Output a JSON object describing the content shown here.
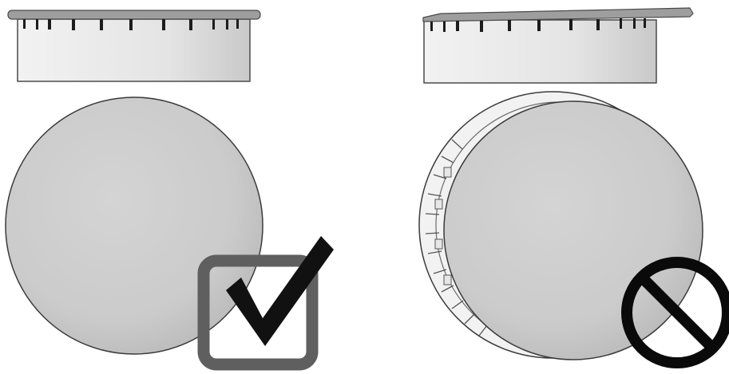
{
  "panels": [
    {
      "id": "correct",
      "status": "correct",
      "status_icon": "checkbox-checked-icon"
    },
    {
      "id": "incorrect",
      "status": "incorrect",
      "status_icon": "prohibited-icon"
    }
  ],
  "colors": {
    "cap_fill": "#cdcdcd",
    "cap_rim": "#efefef",
    "outline": "#2a2a2a",
    "check_box": "#5f5f5f",
    "check_mark": "#111111",
    "prohibited": "#0a0a0a",
    "background": "#ffffff"
  }
}
